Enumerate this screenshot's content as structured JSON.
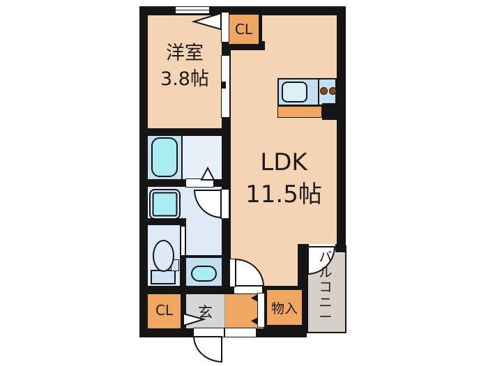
{
  "rooms": {
    "western_room": {
      "line1": "洋室",
      "line2": "3.8帖"
    },
    "ldk": {
      "line1": "LDK",
      "line2": "11.5帖"
    },
    "closet_top": {
      "label": "CL"
    },
    "closet_bottom": {
      "label": "CL"
    },
    "entrance": {
      "label": "玄"
    },
    "storage": {
      "label": "物入"
    },
    "balcony": {
      "label": "バルコニー"
    }
  },
  "colors": {
    "wall": "#151515",
    "room_floor": "#F5D4B5",
    "closet_fill": "#EFA661",
    "wet_floor": "#DFEAF6",
    "wet_floor_light": "#E8F0F9",
    "counter_blue": "#C5DFF2",
    "fixture_cyan": "#A9EDF3",
    "sink_pale": "#DAF4F6",
    "tank_blue": "#CFE3F4",
    "balcony_fill": "#D7D0C9",
    "genkan_fill": "#D6D6D6",
    "burner_brown": "#8A4715"
  }
}
